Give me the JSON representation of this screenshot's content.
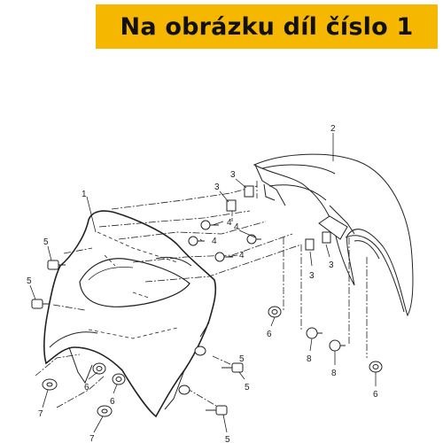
{
  "banner": {
    "text": "Na obrázku díl číslo 1",
    "color": "#f5b700"
  },
  "callouts": {
    "c1": "1",
    "c2": "2",
    "c3a": "3",
    "c3b": "3",
    "c3c": "3",
    "c3d": "3",
    "c4a": "4",
    "c4b": "4",
    "c4c": "4",
    "c4d": "4",
    "c5a": "5",
    "c5b": "5",
    "c5c": "5",
    "c5d": "5",
    "c5e": "5",
    "c6a": "6",
    "c6b": "6",
    "c6c": "6",
    "c6d": "6",
    "c7a": "7",
    "c7b": "7",
    "c8a": "8",
    "c8b": "8"
  }
}
